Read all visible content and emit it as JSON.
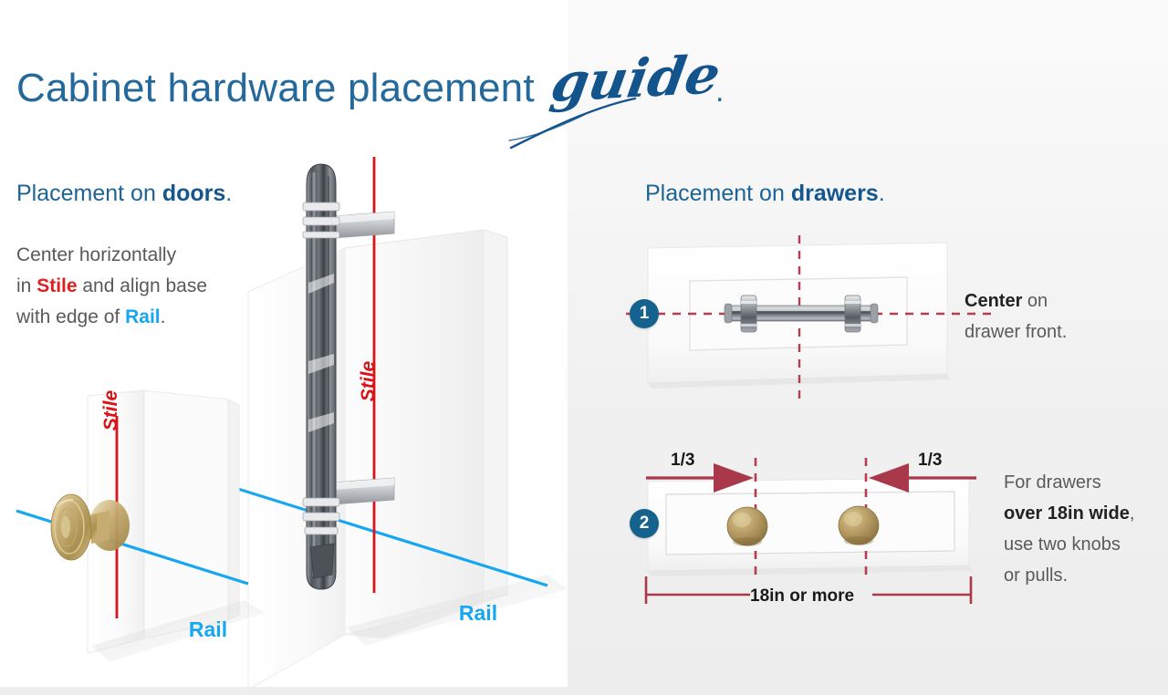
{
  "title": {
    "main": "Cabinet hardware placement",
    "script": "guide",
    "period": "."
  },
  "colors": {
    "title_blue": "#24699b",
    "heading_blue": "#1d6495",
    "badge_blue": "#15628f",
    "stile_red": "#e02020",
    "rail_blue": "#16a7f0",
    "dim_red": "#a8384a",
    "brass": "#b59a62",
    "body_gray": "#58595b",
    "panel_left_bg": "#ffffff",
    "panel_right_bg": "#f1f1f1"
  },
  "doors_section": {
    "heading_prefix": "Placement on ",
    "heading_bold": "doors",
    "heading_suffix": ".",
    "body": {
      "line1": "Center horizontally",
      "line2_pre": "in ",
      "line2_kw": "Stile",
      "line2_post": " and align base",
      "line3_pre": "with edge of ",
      "line3_kw": "Rail",
      "line3_post": "."
    },
    "labels": {
      "stile_knob": "Stile",
      "rail_knob": "Rail",
      "stile_pull": "Stile",
      "rail_pull": "Rail"
    },
    "hardware": {
      "knob": "round-brass-knob",
      "pull": "vertical-pewter-bar-pull"
    }
  },
  "drawers_section": {
    "heading_prefix": "Placement on ",
    "heading_bold": "drawers",
    "heading_suffix": ".",
    "steps": [
      {
        "number": "1",
        "caption_bold": "Center",
        "caption_rest": " on",
        "caption_line2": "drawer front.",
        "hardware": "chrome-bar-pull",
        "guides": "dashed-red-crosshair"
      },
      {
        "number": "2",
        "caption_line1": "For drawers",
        "caption_bold": "over 18in wide",
        "caption_comma": ",",
        "caption_line3": "use two knobs",
        "caption_line4": "or pulls.",
        "hardware": "two-brass-knobs",
        "fraction_left": "1/3",
        "fraction_right": "1/3",
        "dimension": "18in or more"
      }
    ]
  },
  "chart_data": {
    "type": "diagram",
    "title": "Cabinet hardware placement guide",
    "panels": [
      {
        "name": "Placement on doors",
        "rule": "Center horizontally in Stile and align base with edge of Rail.",
        "annotations": [
          {
            "label": "Stile",
            "color": "#e02020",
            "orientation": "vertical"
          },
          {
            "label": "Rail",
            "color": "#16a7f0",
            "orientation": "horizontal"
          }
        ]
      },
      {
        "name": "Placement on drawers",
        "steps": [
          {
            "number": 1,
            "rule": "Center on drawer front.",
            "measure": "center"
          },
          {
            "number": 2,
            "rule": "For drawers over 18in wide, use two knobs or pulls.",
            "measure": "1/3 from each end",
            "width_threshold_in": 18
          }
        ]
      }
    ]
  }
}
